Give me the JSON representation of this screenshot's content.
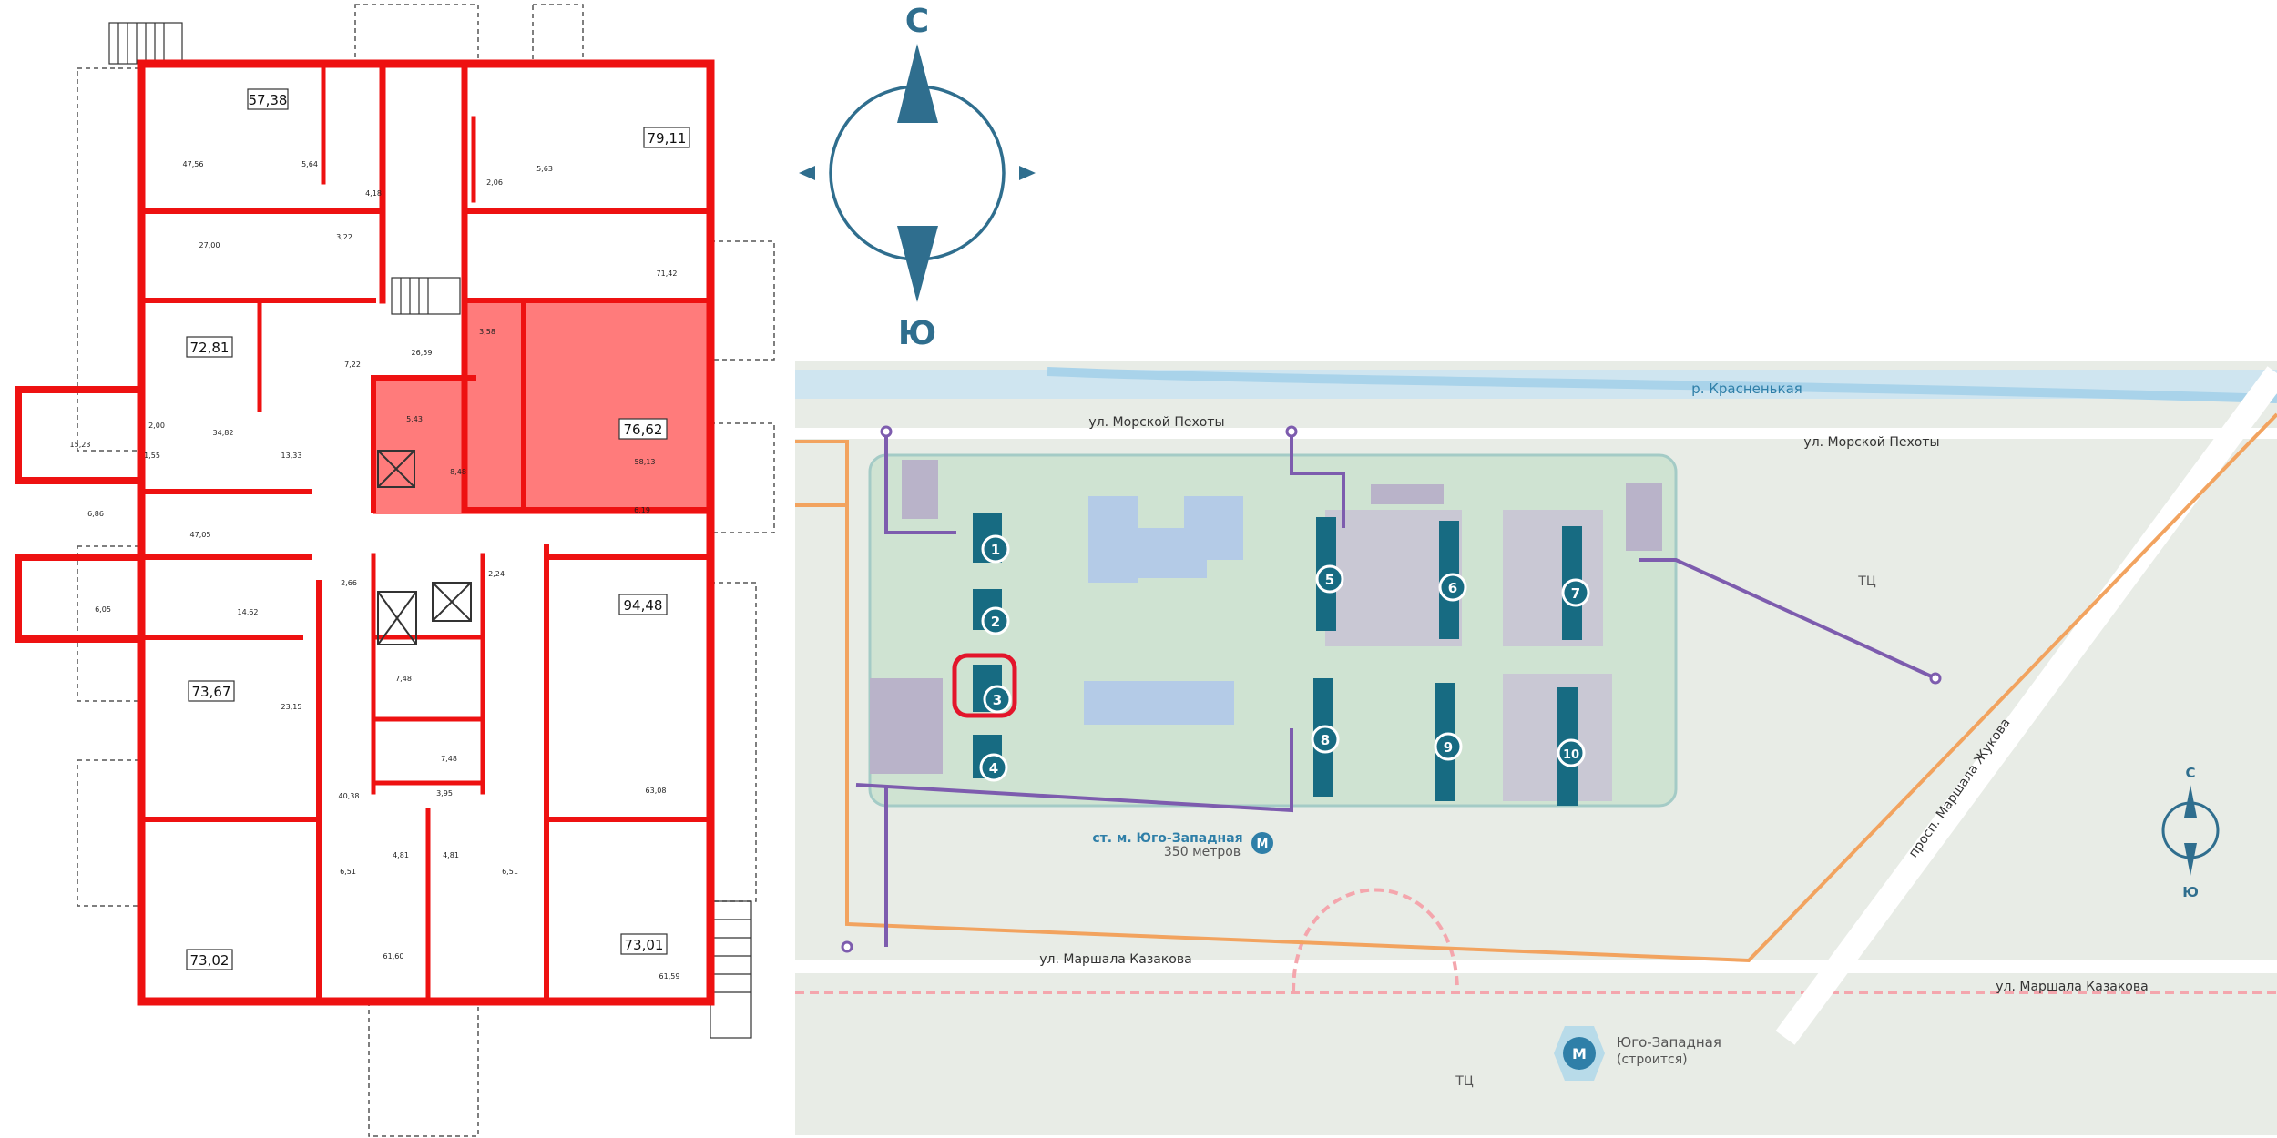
{
  "compass": {
    "north": "С",
    "south": "Ю"
  },
  "floor_plan": {
    "units": [
      {
        "area": "57,38",
        "highlighted": false
      },
      {
        "area": "79,11",
        "highlighted": false
      },
      {
        "area": "72,81",
        "highlighted": false
      },
      {
        "area": "76,62",
        "highlighted": true
      },
      {
        "area": "94,48",
        "highlighted": false
      },
      {
        "area": "73,67",
        "highlighted": false
      },
      {
        "area": "73,01",
        "highlighted": false
      },
      {
        "area": "73,02",
        "highlighted": false
      }
    ],
    "rooms": [
      "47,56",
      "5,64",
      "4,18",
      "27,00",
      "3,22",
      "2,06",
      "5,63",
      "71,42",
      "7,22",
      "26,59",
      "3,58",
      "34,82",
      "13,33",
      "5,43",
      "8,48",
      "58,13",
      "15,23",
      "2,00",
      "1,55",
      "6,86",
      "6,19",
      "47,05",
      "2,66",
      "2,24",
      "6,05",
      "14,62",
      "7,48",
      "23,15",
      "7,48",
      "3,95",
      "40,38",
      "63,08",
      "4,81",
      "4,81",
      "6,51",
      "6,51",
      "61,60",
      "61,59"
    ]
  },
  "map": {
    "labels": {
      "river": "р. Красненькая",
      "street_top_left": "ул. Морской Пехоты",
      "street_top_right": "ул. Морской Пехоты",
      "avenue": "просп. Маршала Жукова",
      "street_bottom_left": "ул. Маршала Казакова",
      "street_bottom_right": "ул. Маршала Казакова",
      "metro_near": "ст. м. Юго-Западная",
      "metro_distance": "350 метров",
      "metro_future_name": "Юго-Западная",
      "metro_future_note": "(строится)",
      "mall_1": "ТЦ",
      "mall_2": "ТЦ"
    },
    "buildings": [
      "1",
      "2",
      "3",
      "4",
      "5",
      "6",
      "7",
      "8",
      "9",
      "10"
    ],
    "selected_building": "3",
    "colors": {
      "highlight": "#ff7b7b",
      "wall": "#ee1111",
      "building": "#176b82",
      "route": "#7d5cae"
    }
  }
}
